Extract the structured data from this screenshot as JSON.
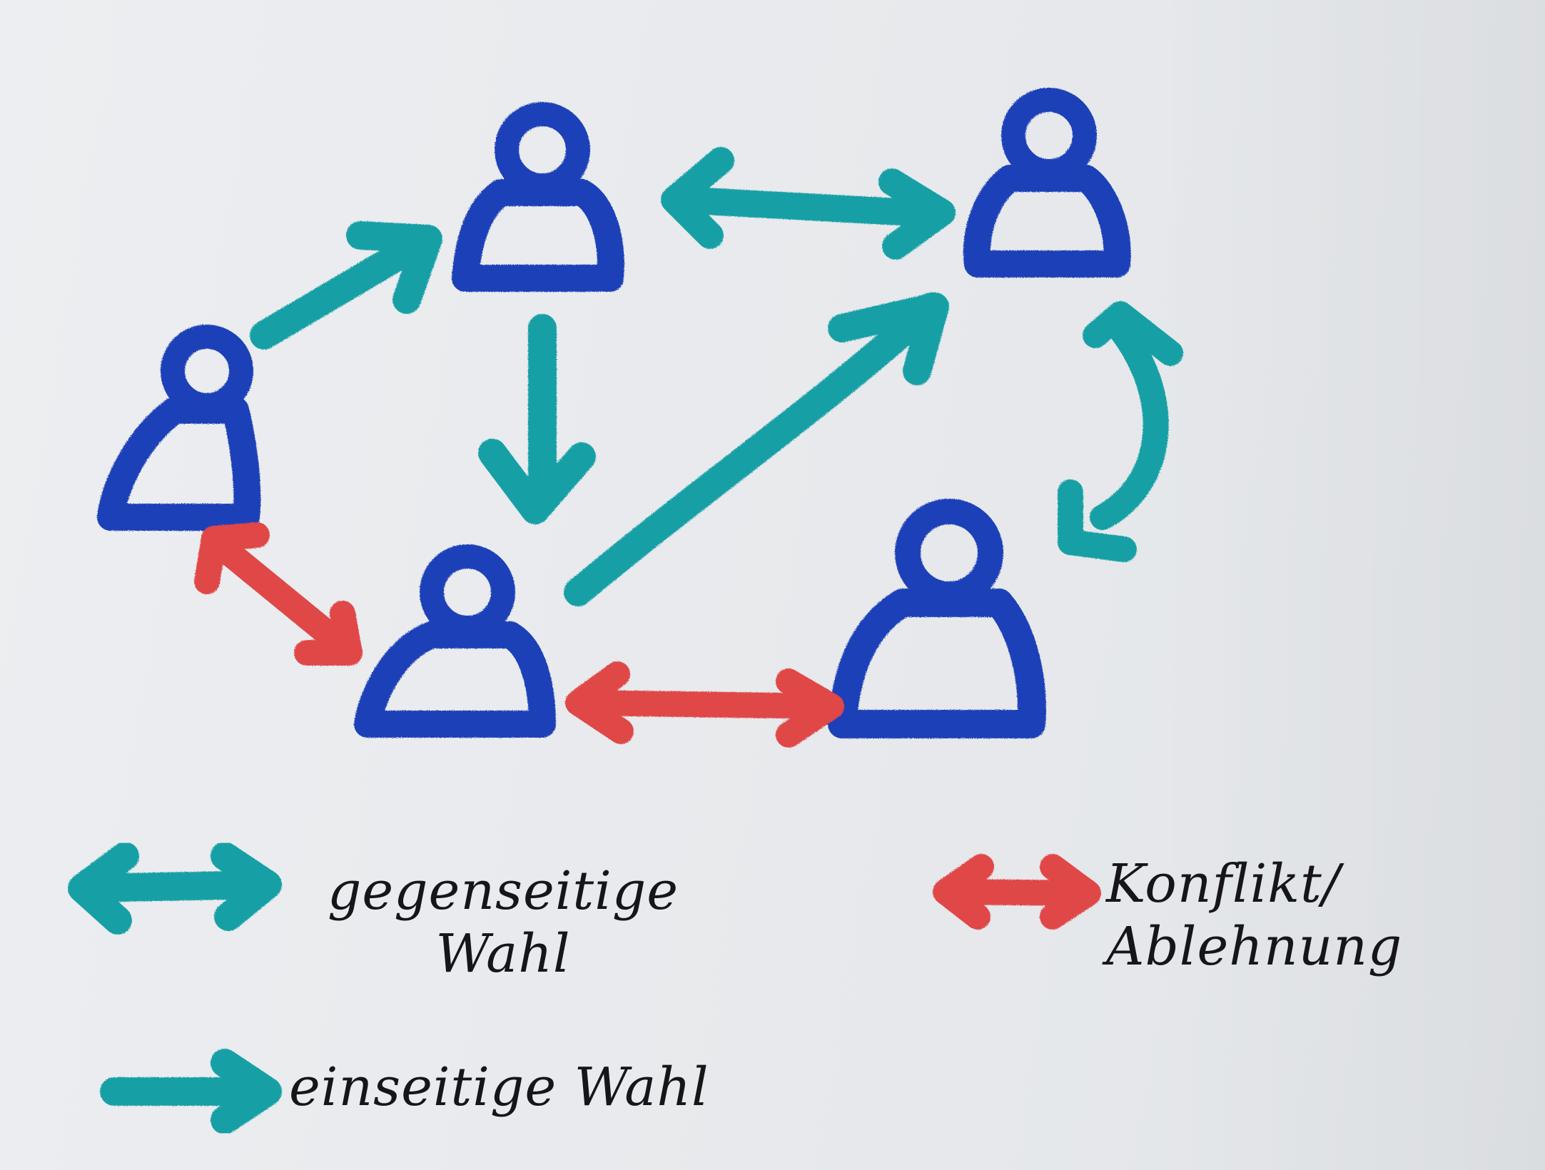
{
  "colors": {
    "person": "#1d3fb8",
    "positive": "#17a0a6",
    "conflict": "#e04747",
    "text": "#15151a"
  },
  "nodes": [
    {
      "id": "person-top-center",
      "icon": "person-icon"
    },
    {
      "id": "person-top-right",
      "icon": "person-icon"
    },
    {
      "id": "person-left",
      "icon": "person-icon"
    },
    {
      "id": "person-bottom-center",
      "icon": "person-icon"
    },
    {
      "id": "person-bottom-right",
      "icon": "person-icon"
    }
  ],
  "edges": [
    {
      "from": "person-left",
      "to": "person-top-center",
      "kind": "einseitige Wahl"
    },
    {
      "from": "person-top-center",
      "to": "person-top-right",
      "kind": "gegenseitige Wahl"
    },
    {
      "from": "person-top-center",
      "to": "person-bottom-center",
      "kind": "einseitige Wahl"
    },
    {
      "from": "person-bottom-center",
      "to": "person-top-right",
      "kind": "einseitige Wahl"
    },
    {
      "from": "person-top-right",
      "to": "person-bottom-right",
      "kind": "gegenseitige Wahl"
    },
    {
      "from": "person-left",
      "to": "person-bottom-center",
      "kind": "Konflikt/Ablehnung"
    },
    {
      "from": "person-bottom-center",
      "to": "person-bottom-right",
      "kind": "Konflikt/Ablehnung"
    }
  ],
  "legend": {
    "mutual": {
      "line1": "gegenseitige",
      "line2": "Wahl"
    },
    "oneway": {
      "label": "einseitige Wahl"
    },
    "conflict": {
      "line1": "Konflikt/",
      "line2": "Ablehnung"
    }
  }
}
